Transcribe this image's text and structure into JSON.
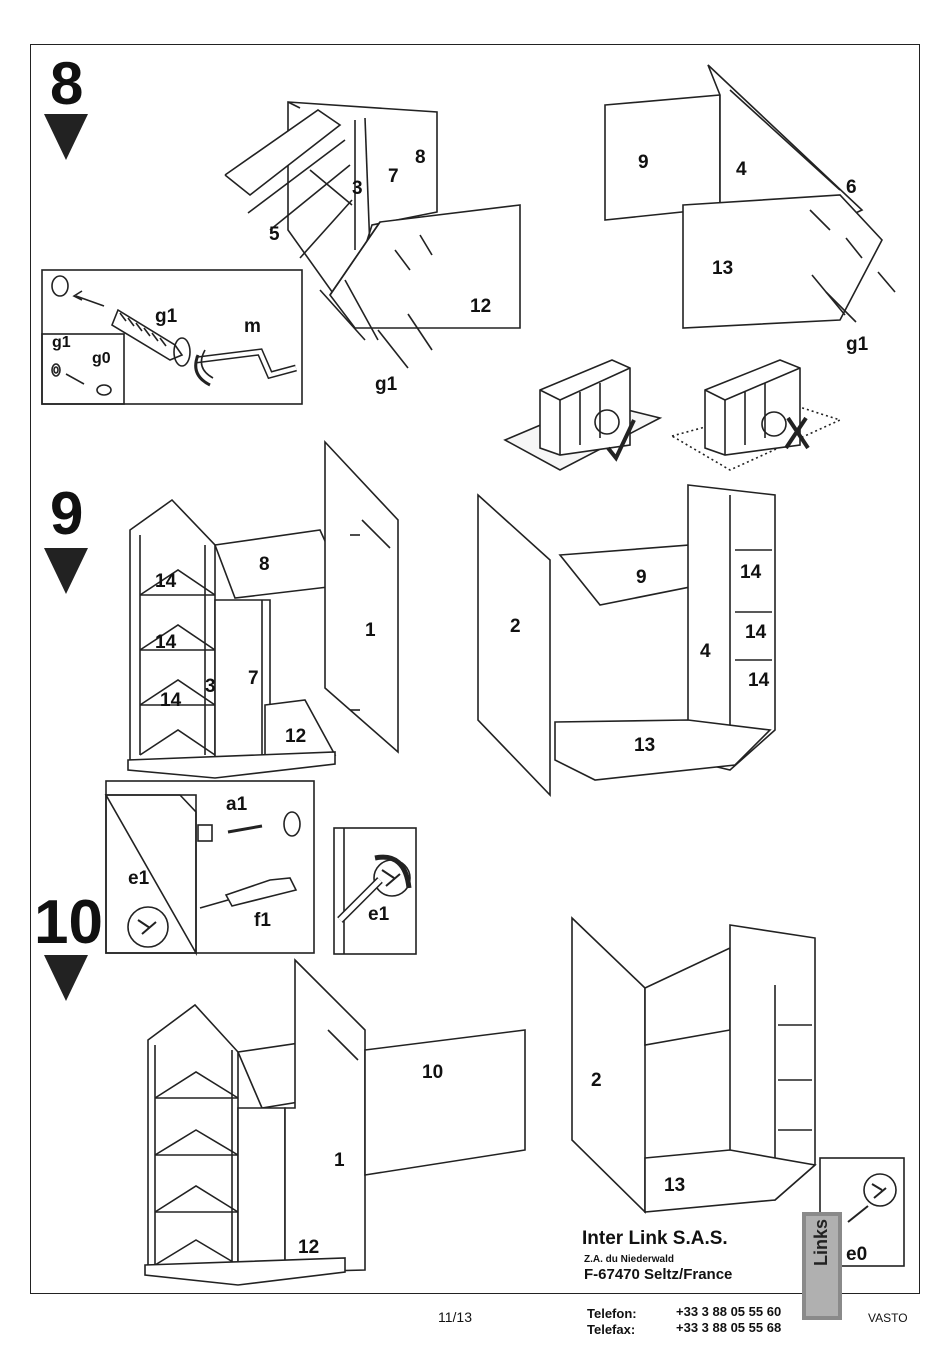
{
  "steps": {
    "s8": "8",
    "s9": "9",
    "s10": "10"
  },
  "parts": {
    "p1": "1",
    "p2": "2",
    "p3": "3",
    "p4": "4",
    "p5": "5",
    "p6": "6",
    "p7": "7",
    "p8": "8",
    "p9": "9",
    "p10": "10",
    "p12": "12",
    "p13": "13",
    "p14": "14"
  },
  "hardware": {
    "g1": "g1",
    "g0": "g0",
    "m": "m",
    "a1": "a1",
    "e1": "e1",
    "f1": "f1",
    "e0": "e0"
  },
  "company": {
    "name": "Inter Link S.A.S.",
    "addr1": "Z.A. du Niederwald",
    "addr2": "F-67470 Seltz/France",
    "tel_label": "Telefon:",
    "tel": "+33 3 88 05 55 60",
    "fax_label": "Telefax:",
    "fax": "+33 3 88 05 55 68",
    "logo_text": "Links"
  },
  "page_number": "11/13",
  "model": "VASTO"
}
